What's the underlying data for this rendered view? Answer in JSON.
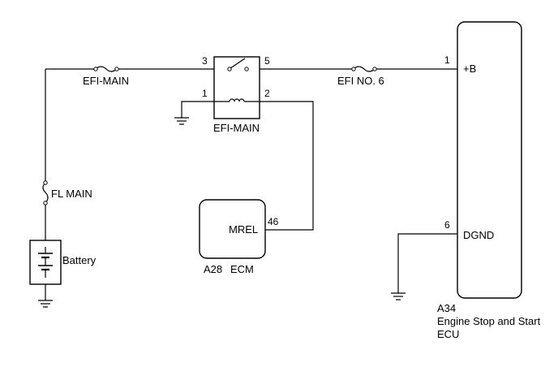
{
  "fuses": {
    "efi_main": "EFI-MAIN",
    "efi_no6": "EFI NO. 6",
    "fl_main": "FL MAIN"
  },
  "relay": {
    "name": "EFI-MAIN",
    "pin_3": "3",
    "pin_5": "5",
    "pin_1": "1",
    "pin_2": "2"
  },
  "battery": {
    "label": "Battery"
  },
  "ecm": {
    "code": "A28",
    "name": "ECM",
    "terminal": "MREL",
    "pin": "46"
  },
  "stop_start_ecu": {
    "code": "A34",
    "name_line1": "Engine Stop and Start",
    "name_line2": "ECU",
    "terminal_b": "+B",
    "pin_b": "1",
    "terminal_dgnd": "DGND",
    "pin_dgnd": "6"
  }
}
